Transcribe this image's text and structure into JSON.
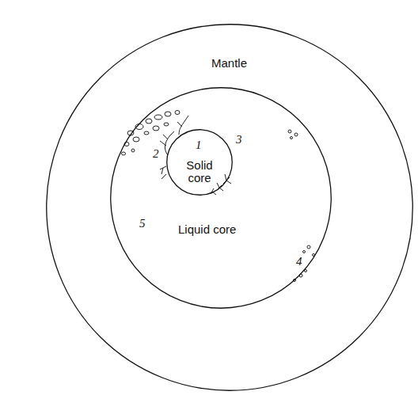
{
  "diagram": {
    "nodes": [
      {
        "text": [
          "Mantle"
        ]
      },
      {
        "text": [
          "Liquid core"
        ],
        "in": 0
      },
      {
        "text": [
          "Solid core"
        ],
        "in": 1
      }
    ],
    "labels": [
      "1",
      "2",
      "3",
      "4",
      "5"
    ]
  }
}
